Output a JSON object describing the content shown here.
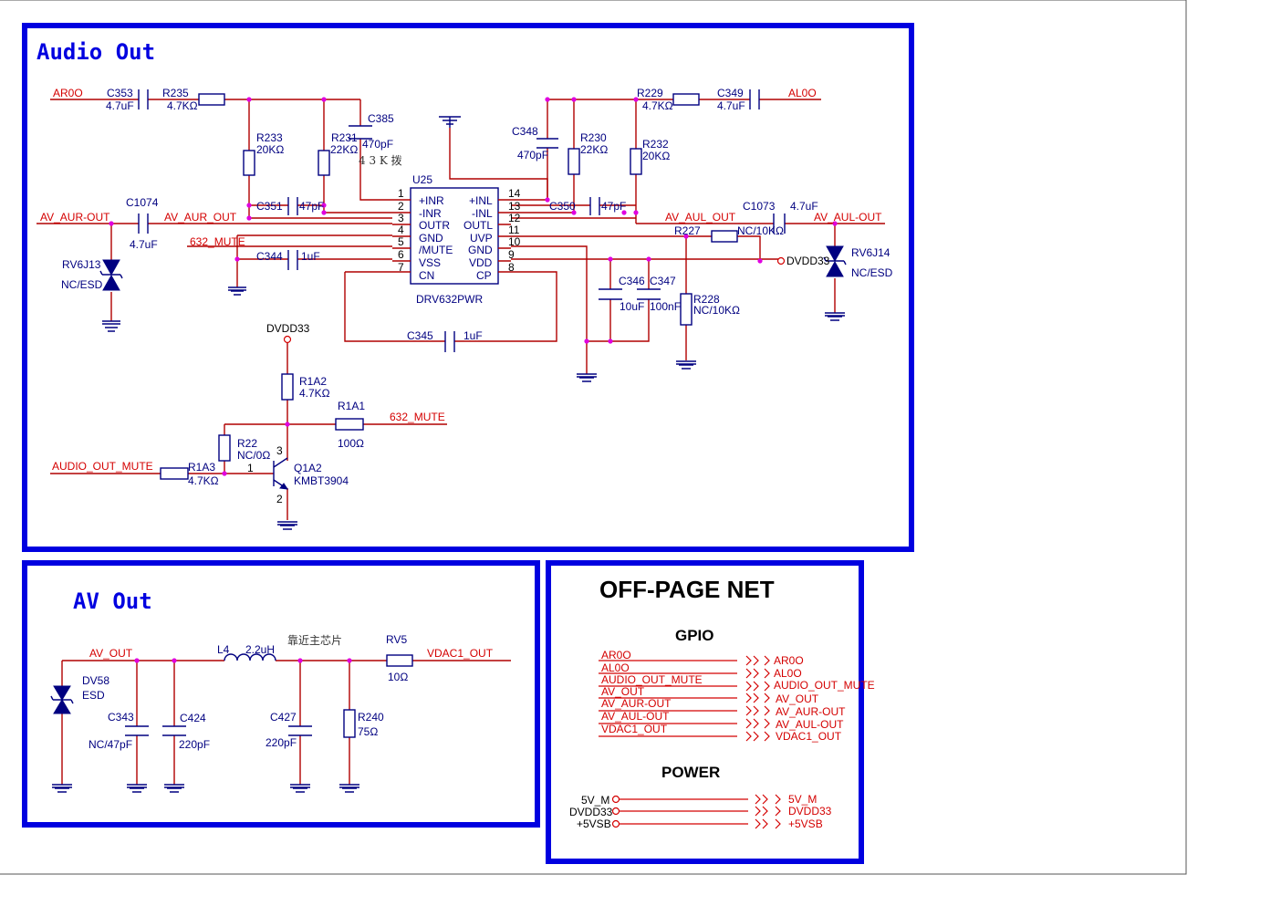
{
  "sections": {
    "audio_out_title": "Audio Out",
    "av_out_title": "AV Out",
    "offpage_title": "OFF-PAGE NET",
    "gpio_title": "GPIO",
    "power_title": "POWER"
  },
  "nets": {
    "ar0o": "AR0O",
    "al0o": "AL0O",
    "av_aur_out_in": "AV_AUR-OUT",
    "av_aur_out": "AV_AUR_OUT",
    "av_aul_out": "AV_AUL_OUT",
    "av_aul_out_in": "AV_AUL-OUT",
    "mute_632_top": "632_MUTE",
    "mute_632_bot": "632_MUTE",
    "dvdd33_right": "DVDD33",
    "dvdd33_top": "DVDD33",
    "audio_out_mute": "AUDIO_OUT_MUTE",
    "av_out": "AV_OUT",
    "vdac1_out": "VDAC1_OUT"
  },
  "components": {
    "c353": {
      "ref": "C353",
      "val": "4.7uF"
    },
    "r235": {
      "ref": "R235",
      "val": "4.7KΩ"
    },
    "r233": {
      "ref": "R233",
      "val": "20KΩ"
    },
    "r231": {
      "ref": "R231",
      "val": "22KΩ"
    },
    "c385": {
      "ref": "C385",
      "val": "470pF"
    },
    "note43k": "4 3 K 拨",
    "c348": {
      "ref": "C348",
      "val": "470pF"
    },
    "r230": {
      "ref": "R230",
      "val": "22KΩ"
    },
    "r232": {
      "ref": "R232",
      "val": "20KΩ"
    },
    "r229": {
      "ref": "R229",
      "val": "4.7KΩ"
    },
    "c349": {
      "ref": "C349",
      "val": "4.7uF"
    },
    "c1074": {
      "ref": "C1074",
      "val": "4.7uF"
    },
    "c351": {
      "ref": "C351",
      "val": "47pF"
    },
    "c350": {
      "ref": "C350",
      "val": "47pF"
    },
    "c1073": {
      "ref": "C1073",
      "val": "4.7uF"
    },
    "r227": {
      "ref": "R227",
      "val": "NC/10KΩ"
    },
    "c344": {
      "ref": "C344",
      "val": "1uF"
    },
    "c346": {
      "ref": "C346",
      "val": "10uF"
    },
    "c347": {
      "ref": "C347",
      "val": "100nF"
    },
    "r228": {
      "ref": "R228",
      "val": "NC/10KΩ"
    },
    "c345": {
      "ref": "C345",
      "val": "1uF"
    },
    "rv6j13": {
      "ref": "RV6J13",
      "val": "NC/ESD"
    },
    "rv6j14": {
      "ref": "RV6J14",
      "val": "NC/ESD"
    },
    "u25": {
      "ref": "U25",
      "val": "DRV632PWR"
    },
    "r1a2": {
      "ref": "R1A2",
      "val": "4.7KΩ"
    },
    "r1a1": {
      "ref": "R1A1",
      "val": "100Ω"
    },
    "r22": {
      "ref": "R22",
      "val": "NC/0Ω"
    },
    "r1a3": {
      "ref": "R1A3",
      "val": "4.7KΩ"
    },
    "q1a2": {
      "ref": "Q1A2",
      "val": "KMBT3904"
    },
    "dv58": {
      "ref": "DV58",
      "val": "ESD"
    },
    "c343": {
      "ref": "C343",
      "val": "NC/47pF"
    },
    "c424": {
      "ref": "C424",
      "val": "220pF"
    },
    "l4": {
      "ref": "L4",
      "val": "2.2uH"
    },
    "c427": {
      "ref": "C427",
      "val": "220pF"
    },
    "r240": {
      "ref": "R240",
      "val": "75Ω"
    },
    "rv5": {
      "ref": "RV5",
      "val": "10Ω"
    },
    "note_near": "靠近主芯片"
  },
  "u25_left_pins": [
    {
      "num": "1",
      "name": "+INR"
    },
    {
      "num": "2",
      "name": "-INR"
    },
    {
      "num": "3",
      "name": "OUTR"
    },
    {
      "num": "4",
      "name": "GND"
    },
    {
      "num": "5",
      "name": "/MUTE"
    },
    {
      "num": "6",
      "name": "VSS"
    },
    {
      "num": "7",
      "name": "CN"
    }
  ],
  "u25_right_pins": [
    {
      "num": "14",
      "name": "+INL"
    },
    {
      "num": "13",
      "name": "-INL"
    },
    {
      "num": "12",
      "name": "OUTL"
    },
    {
      "num": "11",
      "name": "UVP"
    },
    {
      "num": "10",
      "name": "GND"
    },
    {
      "num": "9",
      "name": "VDD"
    },
    {
      "num": "8",
      "name": "CP"
    }
  ],
  "q_pins": {
    "b": "1",
    "c": "3",
    "e": "2"
  },
  "gpio_nets": [
    "AR0O",
    "AL0O",
    "AUDIO_OUT_MUTE",
    "AV_OUT",
    "AV_AUR-OUT",
    "AV_AUL-OUT",
    "VDAC1_OUT"
  ],
  "power_nets": [
    "5V_M",
    "DVDD33",
    "+5VSB"
  ]
}
